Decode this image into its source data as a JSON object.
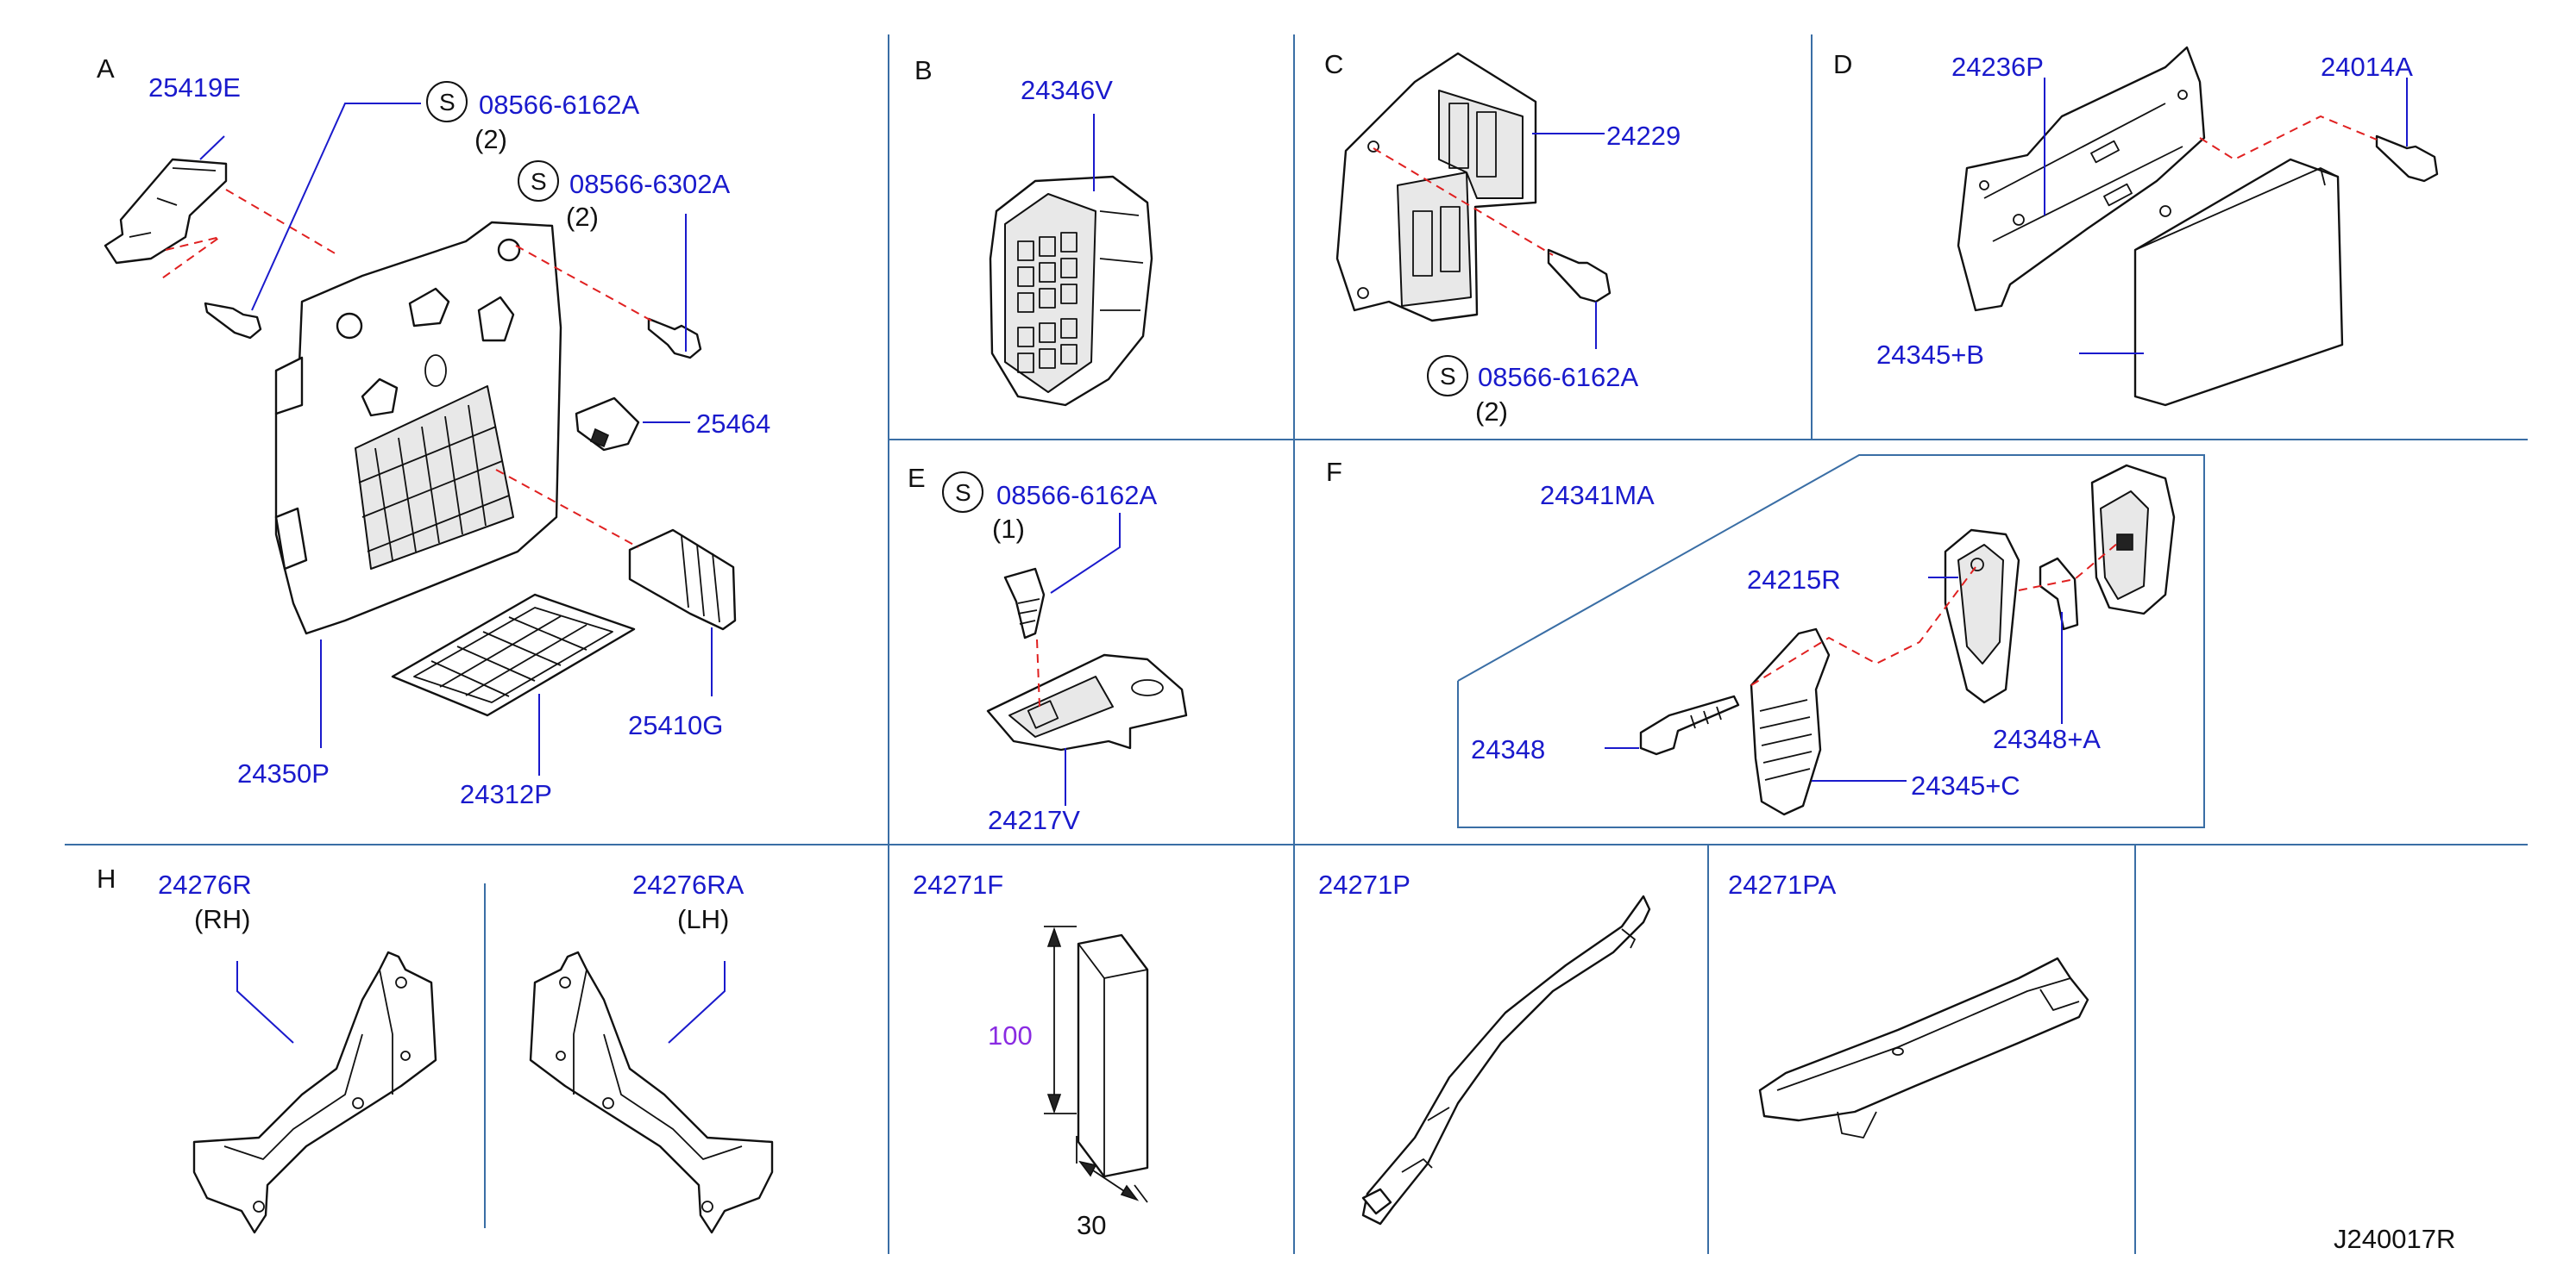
{
  "sections": {
    "a": "A",
    "b": "B",
    "c": "C",
    "d": "D",
    "e": "E",
    "f": "F",
    "h": "H"
  },
  "parts": {
    "p25419E": "25419E",
    "a_screw1": "08566-6162A",
    "a_screw1_qty": "(2)",
    "a_screw2": "08566-6302A",
    "a_screw2_qty": "(2)",
    "p25464": "25464",
    "p25410G": "25410G",
    "p24350P": "24350P",
    "p24312P": "24312P",
    "p24346V": "24346V",
    "p24229": "24229",
    "c_screw": "08566-6162A",
    "c_screw_qty": "(2)",
    "p24236P": "24236P",
    "p24014A": "24014A",
    "p24345B": "24345+B",
    "e_screw": "08566-6162A",
    "e_screw_qty": "(1)",
    "p24217V": "24217V",
    "p24341MA": "24341MA",
    "p24215R": "24215R",
    "p24348": "24348",
    "p24348A": "24348+A",
    "p24345C": "24345+C",
    "p24276R": "24276R",
    "p24276R_side": "(RH)",
    "p24276RA": "24276RA",
    "p24276RA_side": "(LH)",
    "p24271F": "24271F",
    "p24271P": "24271P",
    "p24271PA": "24271PA"
  },
  "symbols": {
    "screw_marker": "S"
  },
  "dimensions": {
    "height": "100",
    "width": "30"
  },
  "diagram_code": "J240017R",
  "colors": {
    "part_number": "#1a1acc",
    "leader_line": "#1a1acc",
    "dashed_guide": "#e02020",
    "grid": "#3a6ea5",
    "dimension_value": "#8a2be2"
  }
}
